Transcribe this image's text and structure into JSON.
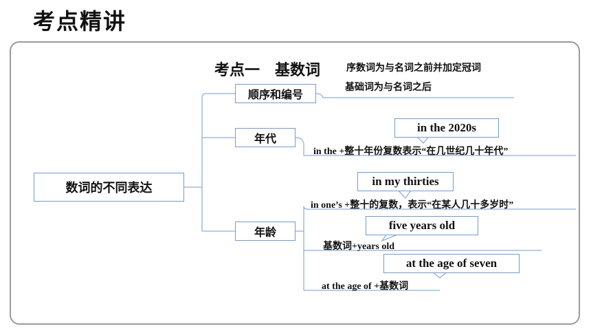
{
  "page_title": "考点精讲",
  "section_heading": "考点一　基数词",
  "side_notes": [
    "序数词为与名词之前并加定冠词",
    "基础词为与名词之后"
  ],
  "root": "数词的不同表达",
  "branches": [
    {
      "label": "顺序和编号"
    },
    {
      "label": "年代",
      "callout": "in the 2020s",
      "expression": "in the +整十年份复数表示“在几世纪几十年代”"
    },
    {
      "label": "年龄",
      "items": [
        {
          "callout": "in my thirties",
          "expression": "in one’s +整十的复数，表示“在某人几十多岁时”"
        },
        {
          "callout": "five years old",
          "expression": "基数词+years old"
        },
        {
          "callout": "at the age of seven",
          "expression": "at the age of +基数词"
        }
      ]
    }
  ]
}
